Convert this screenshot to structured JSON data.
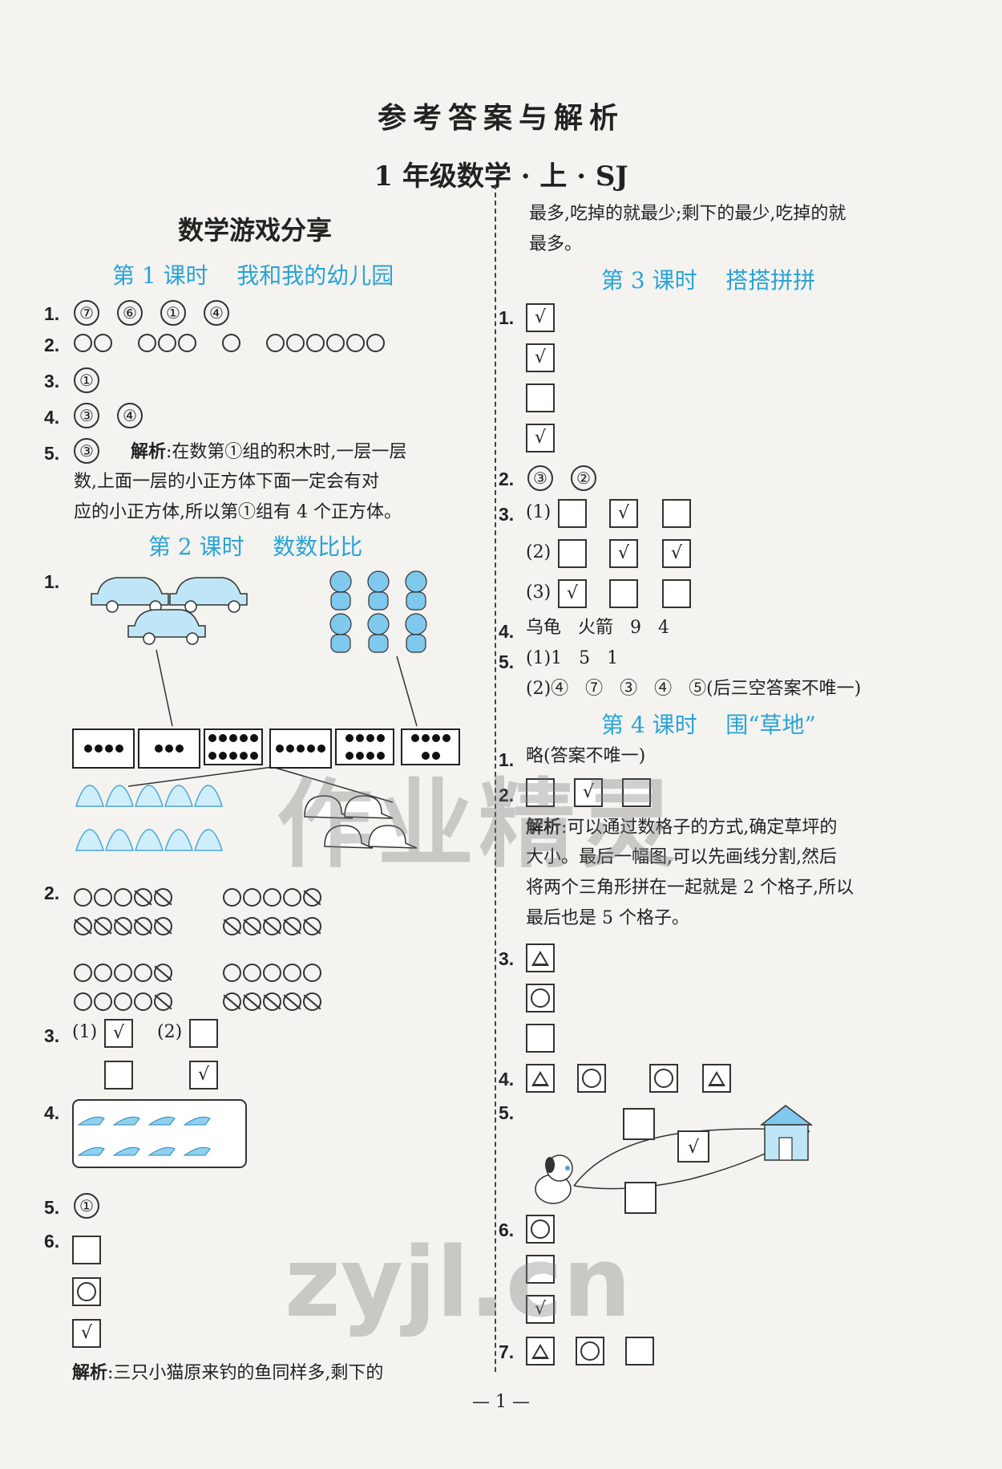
{
  "header": {
    "title": "参考答案与解析",
    "subtitle": "1 年级数学 · 上 · SJ"
  },
  "left": {
    "section": "数学游戏分享",
    "lesson1": "第 1 课时    我和我的幼儿园",
    "l1_q1": [
      "⑦",
      "⑥",
      "①",
      "④"
    ],
    "l1_q3": "①",
    "l1_q4": [
      "③",
      "④"
    ],
    "l1_q5": "③",
    "l1_q5_label": "解析",
    "l1_q5_text1": ":在数第①组的积木时,一层一层",
    "l1_q5_text2": "数,上面一层的小正方体下面一定会有对",
    "l1_q5_text3": "应的小正方体,所以第①组有 4 个正方体。",
    "lesson2": "第 2 课时    数数比比",
    "dot_counts": [
      4,
      3,
      10,
      5,
      8,
      6
    ],
    "l2_q3_1": "(1)",
    "l2_q3_2": "(2)",
    "q6_label": "解析",
    "q6_text": ":三只小猫原来钓的鱼同样多,剩下的"
  },
  "right": {
    "cont1": "最多,吃掉的就最少;剩下的最少,吃掉的就",
    "cont2": "最多。",
    "lesson3": "第 3 课时    搭搭拼拼",
    "l3_q2": [
      "③",
      "②"
    ],
    "l3_q3_1": "(1)",
    "l3_q3_2": "(2)",
    "l3_q3_3": "(3)",
    "l3_q4": "乌龟   火箭   9   4",
    "l3_q5_1": "(1)1   5   1",
    "l3_q5_2": "(2)④   ⑦   ③   ④   ⑤(后三空答案不唯一)",
    "lesson4": "第 4 课时    围“草地”",
    "l4_q1": "略(答案不唯一)",
    "l4_q2_label": "解析",
    "l4_q2_t1": ":可以通过数格子的方式,确定草坪的",
    "l4_q2_t2": "大小。最后一幅图,可以先画线分割,然后",
    "l4_q2_t3": "将两个三角形拼在一起就是 2 个格子,所以",
    "l4_q2_t4": "最后也是 5 个格子。"
  },
  "numbers": {
    "n1": "1.",
    "n2": "2.",
    "n3": "3.",
    "n4": "4.",
    "n5": "5.",
    "n6": "6.",
    "n7": "7."
  },
  "check": "√",
  "page_number": "— 1 —",
  "watermarks": {
    "w1": "作业精灵",
    "w2": "zyjl.cn"
  }
}
